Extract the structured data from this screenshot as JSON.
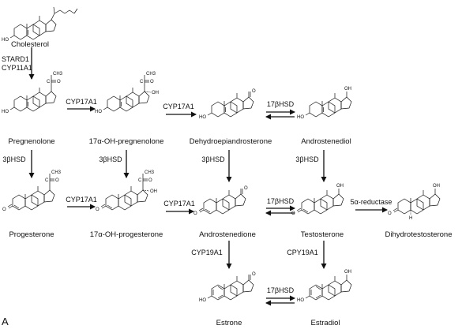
{
  "compounds": {
    "cholesterol": "Cholesterol",
    "pregnenolone": "Pregnenolone",
    "oh_pregnenolone": "17α-OH-pregnenolone",
    "dhea": "Dehydroepiandrosterone",
    "androstenediol": "Androstenediol",
    "progesterone": "Progesterone",
    "oh_progesterone": "17α-OH-progesterone",
    "androstenedione": "Androstenedione",
    "testosterone": "Testosterone",
    "dht": "Dihydrotestosterone",
    "estrone": "Estrone",
    "estradiol": "Estradiol"
  },
  "enzymes": {
    "stard1": "STARD1",
    "cyp11a1": "CYP11A1",
    "cyp17a1_1": "CYP17A1",
    "cyp17a1_2": "CYP17A1",
    "cyp17a1_3": "CYP17A1",
    "cyp17a1_4": "CYP17A1",
    "hsd17b_1": "17βHSD",
    "hsd17b_2": "17βHSD",
    "hsd17b_3": "17βHSD",
    "hsd3b_1": "3βHSD",
    "hsd3b_2": "3βHSD",
    "hsd3b_3": "3βHSD",
    "hsd3b_4": "3βHSD",
    "reductase": "5α-reductase",
    "cyp19a1": "CYP19A1",
    "cpy19a1": "CPY19A1"
  },
  "atoms": {
    "ho": "HO",
    "o": "O",
    "oh": "OH",
    "h": "H",
    "c": "C",
    "ch3": "CH3"
  },
  "panel_label": "A"
}
